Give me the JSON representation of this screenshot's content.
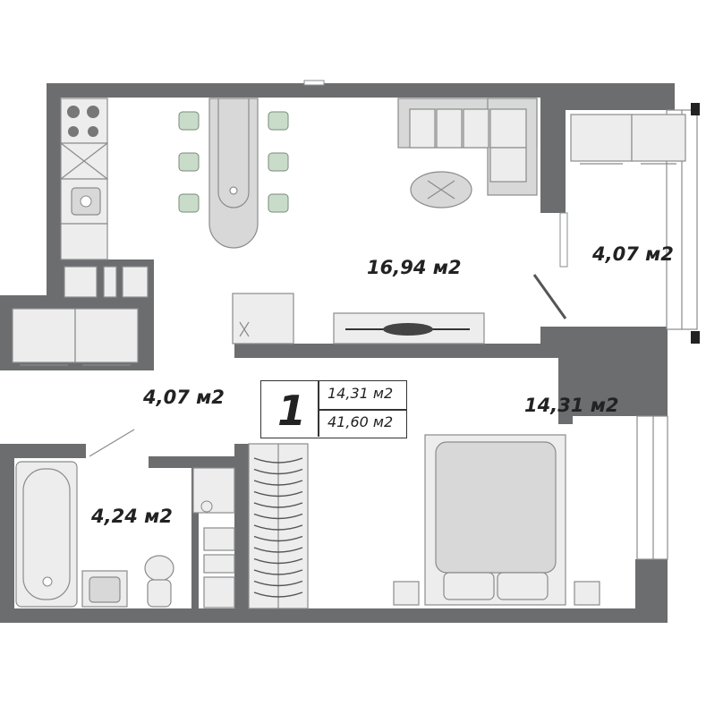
{
  "apartment": {
    "rooms_count": "1",
    "living_area": "14,31 м2",
    "total_area": "41,60 м2"
  },
  "rooms": {
    "living_kitchen": "16,94 м2",
    "balcony": "4,07 м2",
    "hallway": "4,07 м2",
    "bedroom": "14,31 м2",
    "bathroom": "4,24 м2"
  },
  "colors": {
    "wall": "#6c6d6e",
    "furniture": "#ededed",
    "chair": "#c9dcc9"
  }
}
